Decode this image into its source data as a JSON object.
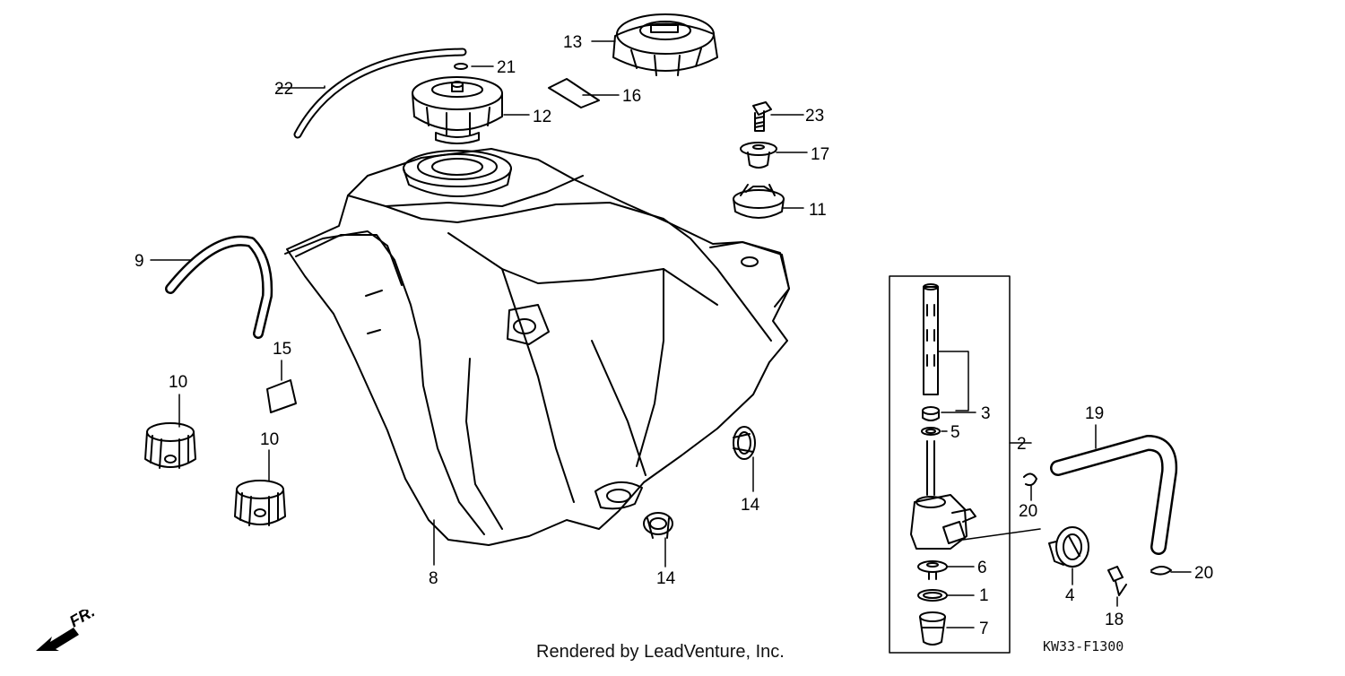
{
  "diagram": {
    "callouts": [
      "1",
      "2",
      "3",
      "4",
      "5",
      "6",
      "7",
      "8",
      "9",
      "10",
      "10",
      "11",
      "12",
      "13",
      "14",
      "14",
      "15",
      "16",
      "17",
      "18",
      "19",
      "20",
      "20",
      "21",
      "22",
      "23"
    ],
    "direction_label": "FR.",
    "drawing_code": "KW33-F1300",
    "credit": "Rendered by LeadVenture, Inc."
  },
  "colors": {
    "line": "#000000",
    "background": "#ffffff"
  }
}
